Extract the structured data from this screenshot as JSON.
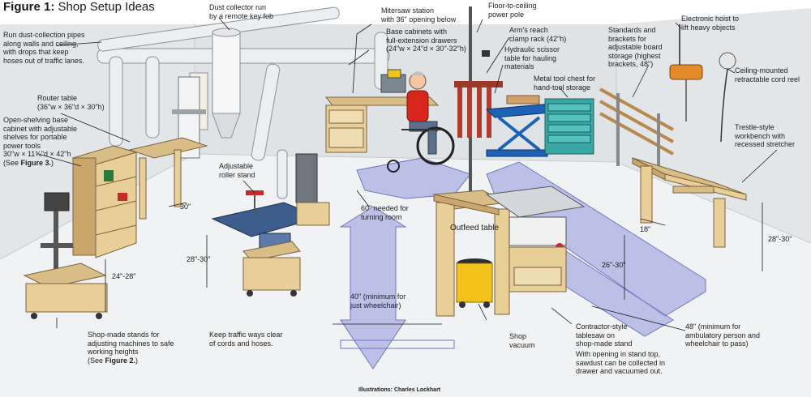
{
  "title": {
    "figure": "Figure 1:",
    "text": "Shop Setup Ideas"
  },
  "labels": {
    "dust_pipes": "Run dust-collection pipes\nalong walls and ceiling,\nwith drops that keep\nhoses out of traffic lanes.",
    "dust_collector": "Dust collector run\nby a remote key fob",
    "mitersaw": "Mitersaw station\nwith 36\" opening below",
    "base_cabinets": "Base cabinets with\nfull-extension drawers\n(24\"w × 24\"d × 30\"-32\"h)",
    "floor_pole": "Floor-to-ceiling\npower pole",
    "clamp_rack": "Arm's reach\nclamp rack (42\"h)",
    "scissor_table": "Hydraulic scissor\ntable for hauling\nmaterials",
    "tool_chest": "Metal tool chest for\nhand-tool storage",
    "standards": "Standards and\nbrackets for\nadjustable board\nstorage (highest\nbrackets, 48\")",
    "hoist": "Electronic hoist to\nlift heavy objects",
    "cord_reel": "Ceiling-mounted\nretractable cord reel",
    "router_table": "Router table\n(36\"w × 36\"d × 30\"h)",
    "open_shelving_prefix": "Open-shelving base\ncabinet with adjustable\nshelves for portable\npower tools\n30\"w × 11¾\"d × 42\"h\n(See ",
    "open_shelving_ref": "Figure 3.",
    "open_shelving_suffix": ")",
    "roller_stand": "Adjustable\nroller stand",
    "turning_room": "60\" needed for\nturning room",
    "outfeed": "Outfeed table",
    "workbench": "Trestle-style\nworkbench with\nrecessed stretcher",
    "min_wheelchair": "40\" (minimum for\njust wheelchair)",
    "shop_stands_prefix": "Shop-made stands for\nadjusting machines to safe\nworking heights\n(See ",
    "shop_stands_ref": "Figure 2.",
    "shop_stands_suffix": ")",
    "keep_clear": "Keep traffic ways clear\nof cords and hoses.",
    "shop_vacuum": "Shop\nvacuum",
    "tablesaw": "Contractor-style\ntablesaw on\nshop-made stand",
    "sawdust": "With opening in stand top,\nsawdust can be collected in\ndrawer and vacuumed out.",
    "min_ambulatory": "48\" (minimum for\nambulatory person and\nwheelchair to pass)"
  },
  "dimensions": {
    "d30_router": "30\"",
    "d24_28": "24\"-28\"",
    "d28_30_left": "28\"-30\"",
    "d26_30": "26\"-30\"",
    "d18": "18\"",
    "d28_30_right": "28\"-30\""
  },
  "credit": "Illustrations: Charles Lockhart",
  "colors": {
    "traffic_lane": "#8f97dd",
    "wood": "#e8cf98",
    "wood_dark": "#c9a66b",
    "pipe": "#e9ecef",
    "floor": "#eef0f1",
    "wall": "#dde1e4",
    "jointer": "#3d5d8c",
    "vacuum": "#f3c21b",
    "tool_chest": "#39a7a4",
    "scissor_table": "#1d62b5",
    "hoist": "#e38a2a"
  }
}
